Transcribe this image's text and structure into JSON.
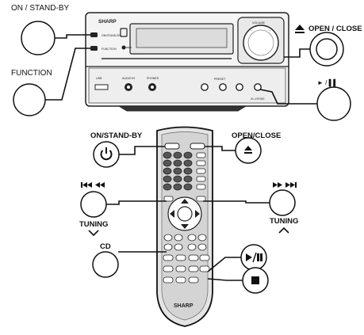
{
  "top_labels": {
    "on_standby": "ON / STAND-BY",
    "open_close": "OPEN / CLOSE",
    "function": "FUNCTION",
    "play_pause": "► / ▌▌"
  },
  "unit": {
    "brand": "SHARP",
    "volume": "VOLUME",
    "usb": "USB",
    "audio_in": "AUDIO IN",
    "phones": "PHONES",
    "preset": "PRESET",
    "model": "XL-HF200",
    "on_standby_small": "ON/STAND-BY",
    "function_small": "FUNCTION"
  },
  "remote_labels": {
    "on_standby": "ON/STAND-BY",
    "open_close": "OPEN/CLOSE",
    "tuning_left": "TUNING",
    "tuning_right": "TUNING",
    "cd": "CD"
  },
  "remote": {
    "brand": "SHARP"
  }
}
